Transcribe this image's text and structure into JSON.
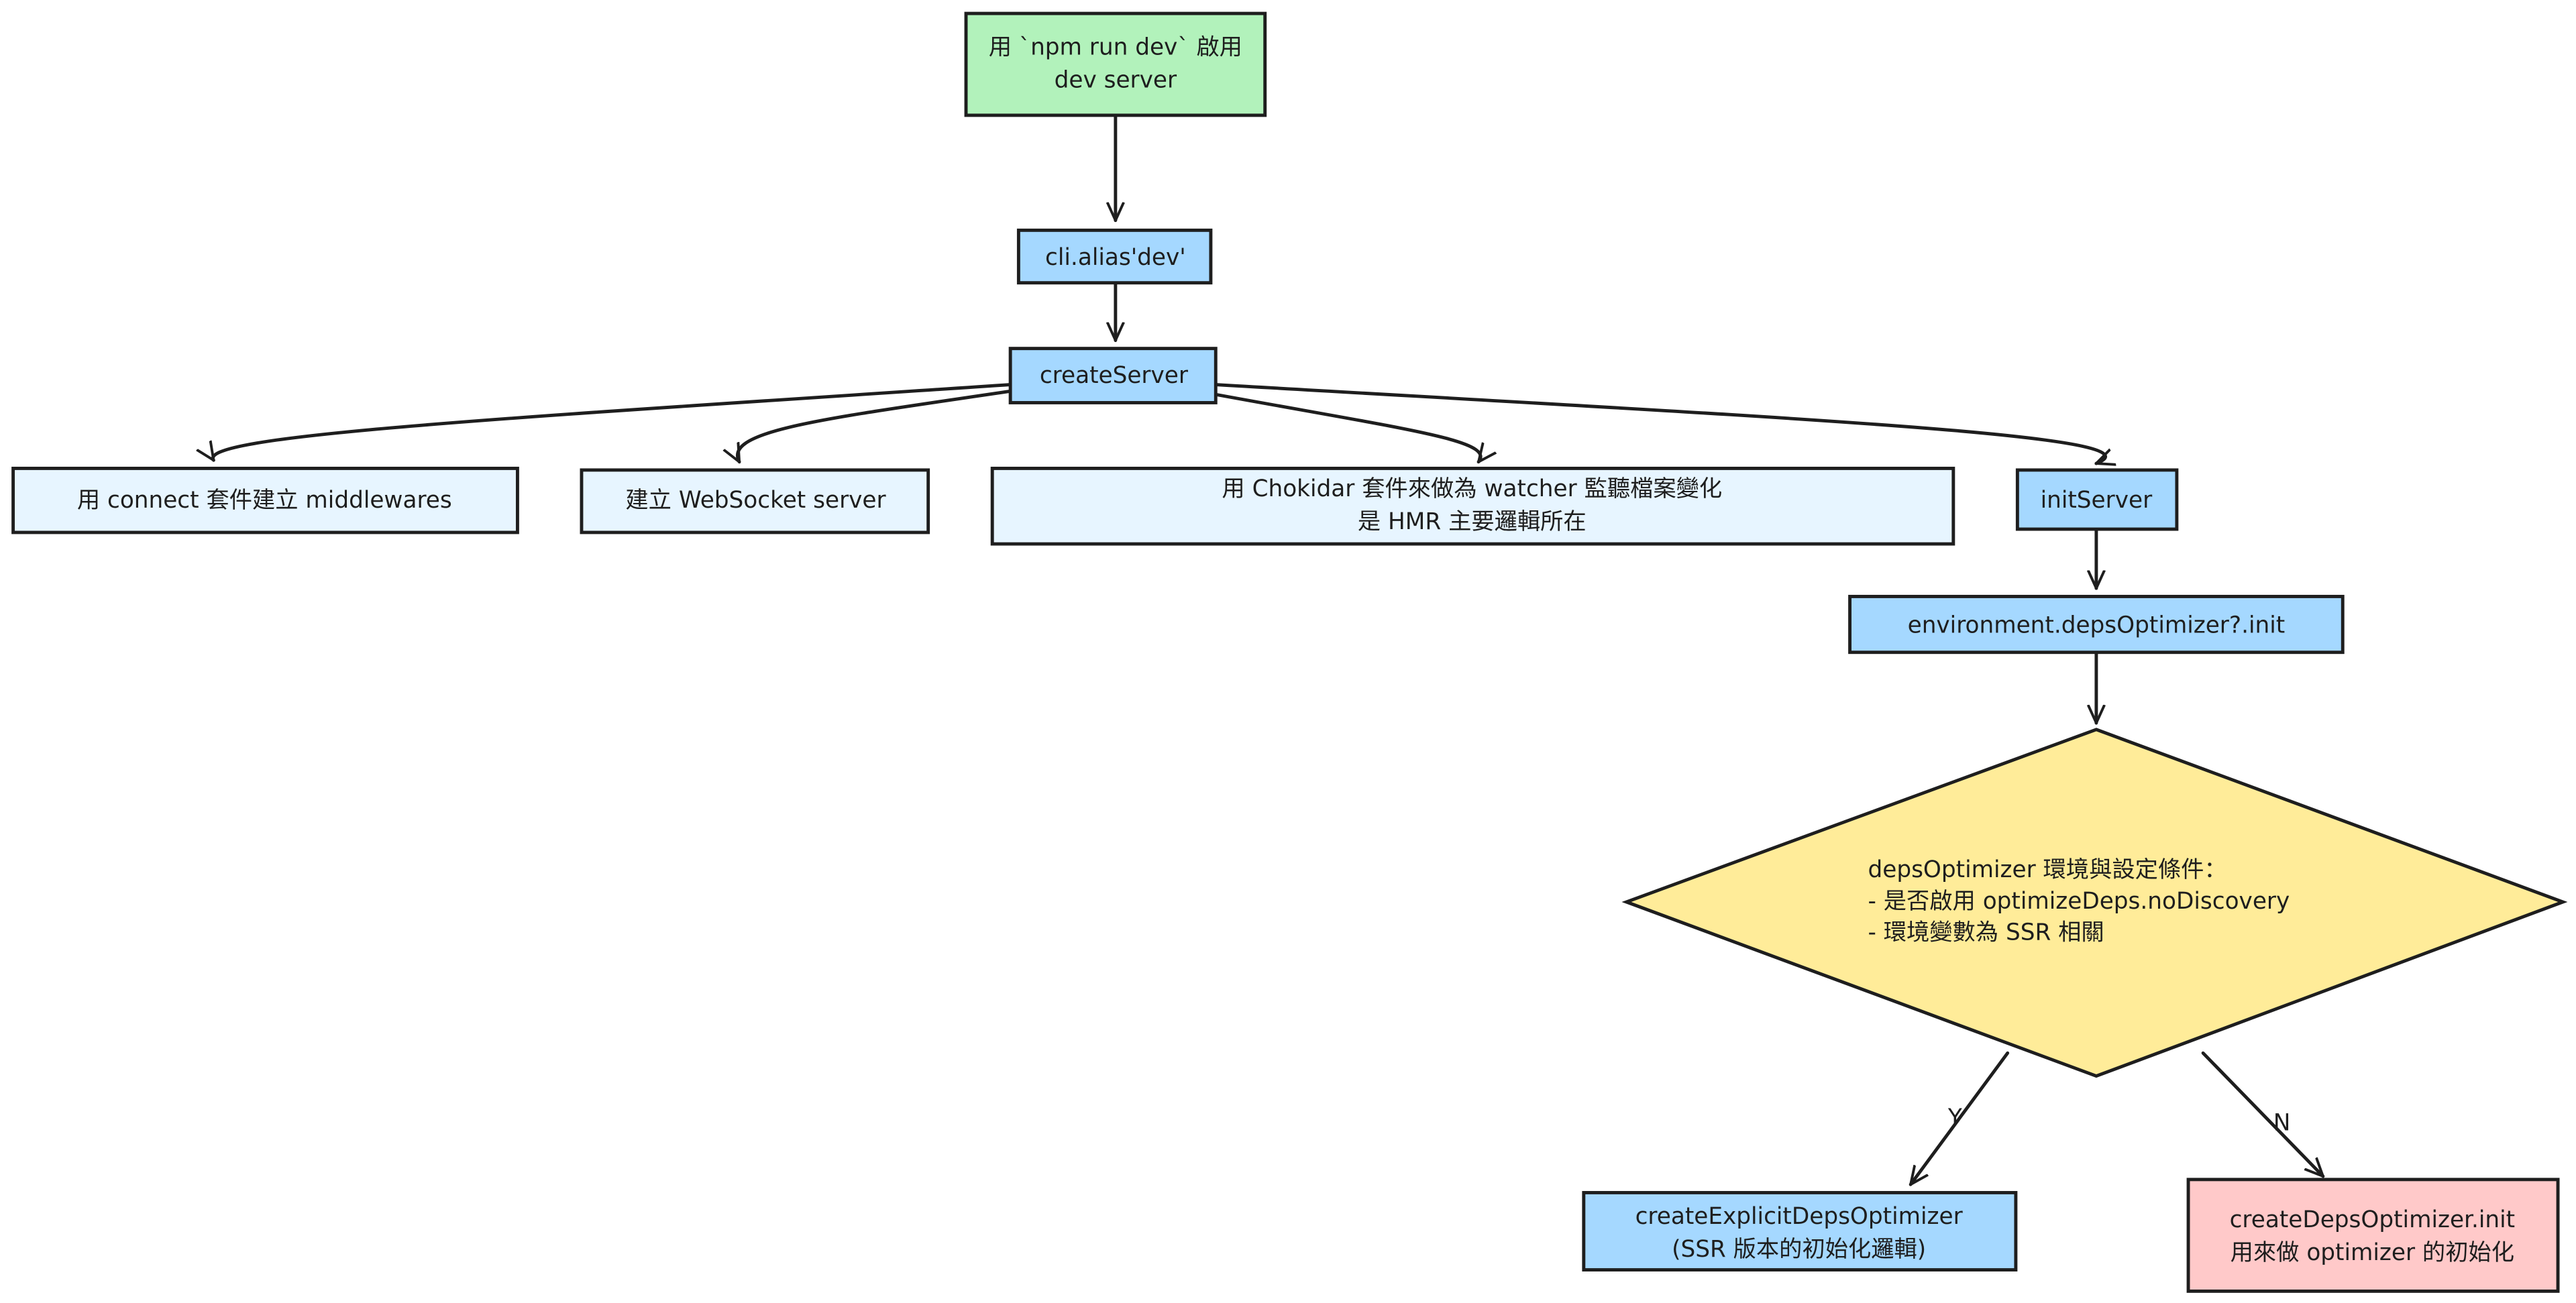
{
  "colors": {
    "start": "#b2f2bb",
    "step": "#a5d8ff",
    "info": "#e7f5ff",
    "decision": "#ffec99",
    "alt": "#ffc9c9",
    "stroke": "#1e1e1e"
  },
  "nodes": {
    "start": [
      "用 `npm run dev` 啟用",
      "dev server"
    ],
    "cli_alias": "cli.alias'dev'",
    "create_server": "createServer",
    "connect": "用 connect 套件建立 middlewares",
    "websocket": "建立 WebSocket server",
    "chokidar": [
      "用 Chokidar 套件來做為 watcher 監聽檔案變化",
      "是 HMR 主要邏輯所在"
    ],
    "init_server": "initServer",
    "deps_init": "environment.depsOptimizer?.init",
    "decision": [
      "depsOptimizer 環境與設定條件：",
      "- 是否啟用 optimizeDeps.noDiscovery",
      "- 環境變數為 SSR 相關"
    ],
    "explicit": [
      "createExplicitDepsOptimizer",
      "(SSR 版本的初始化邏輯)"
    ],
    "deps_optimizer": [
      "createDepsOptimizer.init",
      "用來做 optimizer 的初始化"
    ]
  },
  "edges": {
    "yes_label": "Y",
    "no_label": "N"
  }
}
